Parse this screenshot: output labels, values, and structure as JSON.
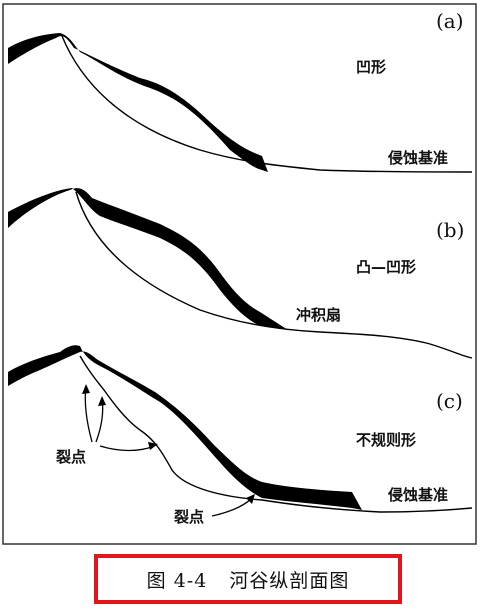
{
  "panels": [
    {
      "id": "a",
      "label": "(a)",
      "profile": "凹形",
      "notes": [
        "侵蚀基准"
      ]
    },
    {
      "id": "b",
      "label": "(b)",
      "profile": "凸—凹形",
      "notes": [
        "冲积扇"
      ]
    },
    {
      "id": "c",
      "label": "(c)",
      "profile": "不规则形",
      "notes": [
        "裂点",
        "裂点",
        "侵蚀基准"
      ]
    }
  ],
  "caption": {
    "number": "图 4-4",
    "title": "河谷纵剖面图"
  },
  "colors": {
    "profile_fill": "#000000",
    "frame": "#333333",
    "caption_border": "#e3161b"
  }
}
